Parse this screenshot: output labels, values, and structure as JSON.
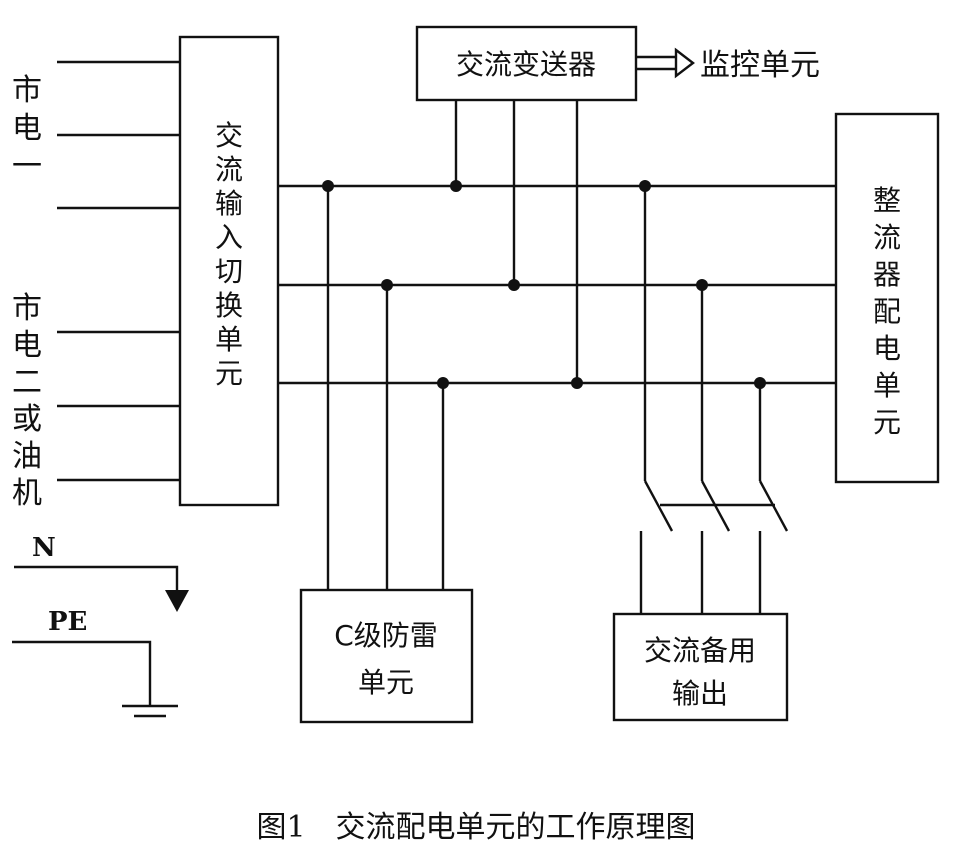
{
  "transmitter": {
    "label": "交流变送器"
  },
  "monitor": {
    "label": "监控单元"
  },
  "input_switch": {
    "label": "交流输入切换单元"
  },
  "rectifier": {
    "label": "整流器配电单元"
  },
  "mains1": {
    "label": "市电一"
  },
  "mains2": {
    "label": "市电二或油机"
  },
  "neutral": {
    "label": "N"
  },
  "pe": {
    "label": "PE"
  },
  "surge": {
    "line1": "C级防雷",
    "line2": "单元"
  },
  "backup": {
    "line1": "交流备用",
    "line2": "输出"
  },
  "caption": {
    "text": "图1　交流配电单元的工作原理图"
  },
  "colors": {
    "ink": "#111111",
    "paper": "#ffffff"
  }
}
